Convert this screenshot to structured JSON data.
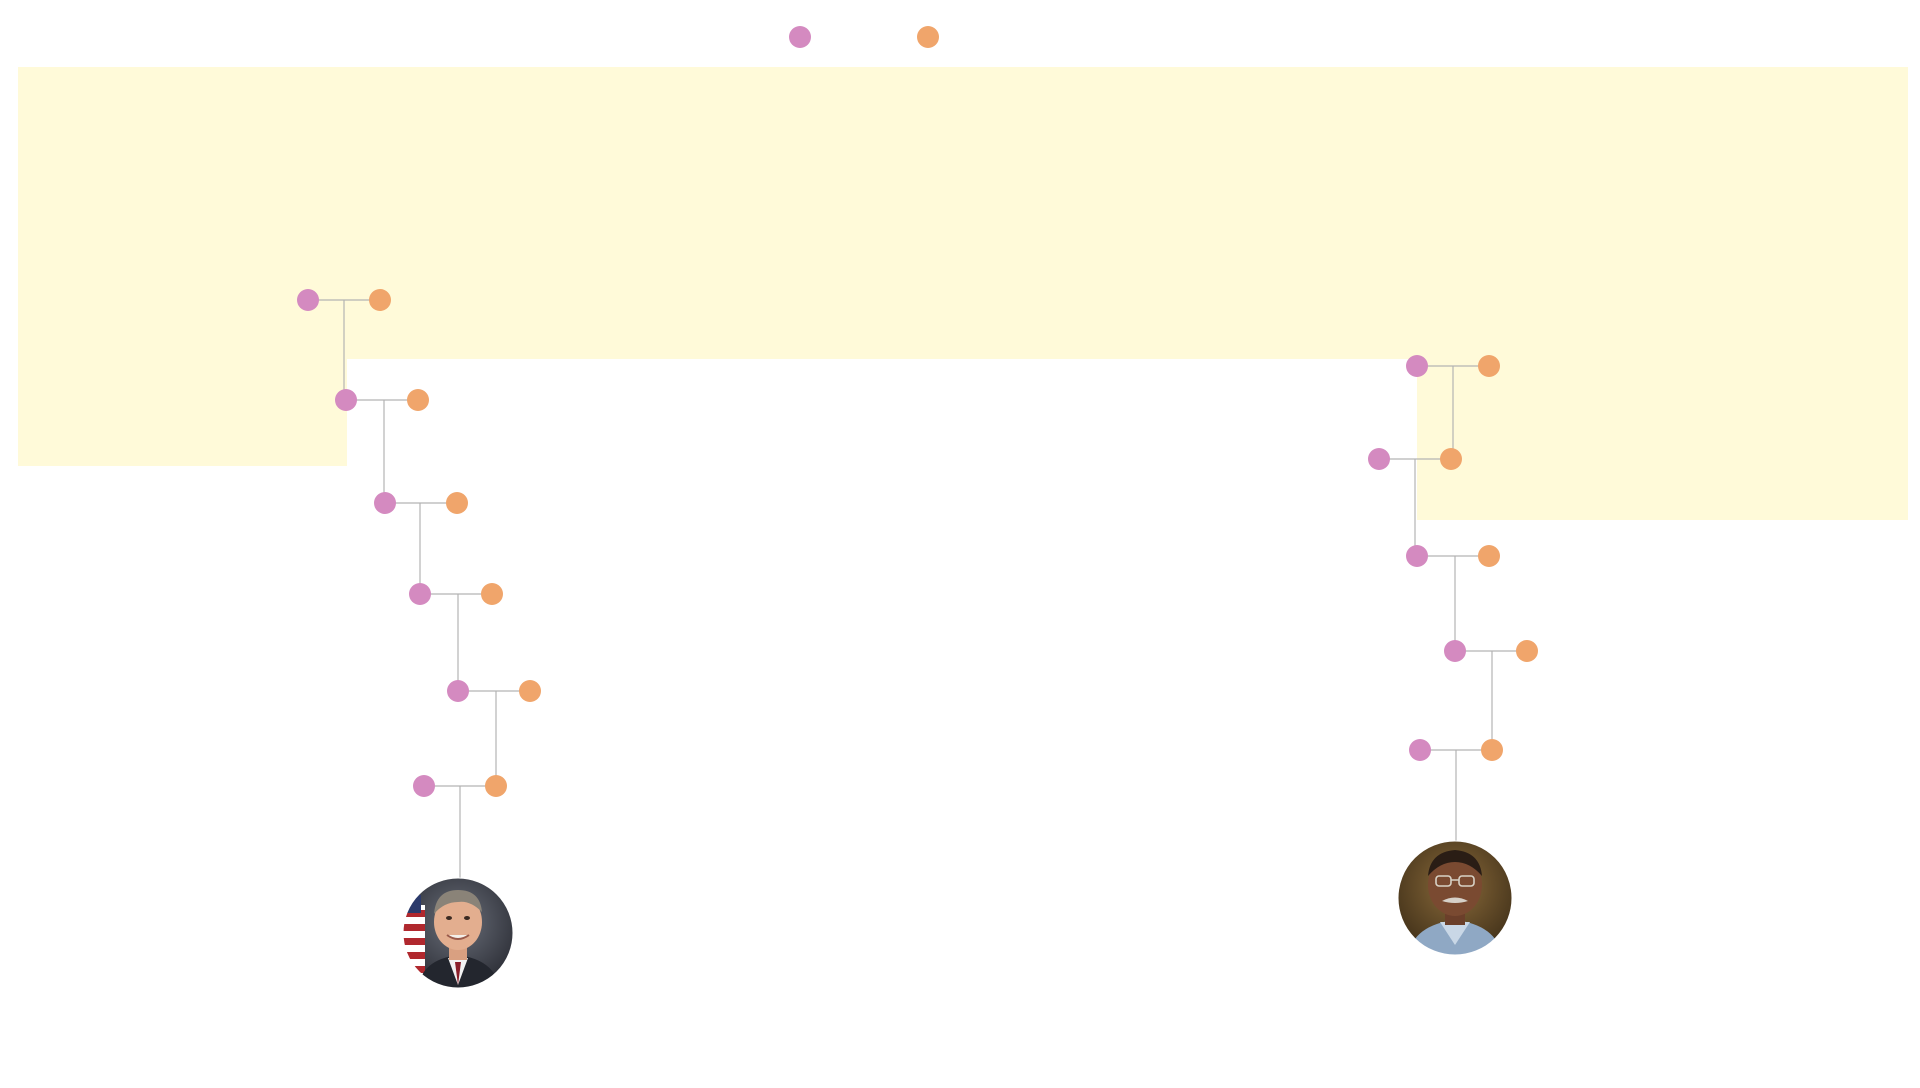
{
  "colors": {
    "background": "#ffffff",
    "highlight_region": "#fffad9",
    "mother_node": "#d48ac0",
    "father_node": "#f0a56b",
    "connector": "#b3b3b3"
  },
  "top_pair": {
    "left_node": "mother",
    "right_node": "father"
  },
  "lineages": [
    {
      "name_hint": "left-lineage",
      "generations": 6,
      "portrait": {
        "subject": "man-in-suit-flag-background",
        "shape": "circle"
      }
    },
    {
      "name_hint": "right-lineage",
      "generations": 5,
      "portrait": {
        "subject": "man-with-glasses-mustache",
        "shape": "circle"
      }
    }
  ]
}
